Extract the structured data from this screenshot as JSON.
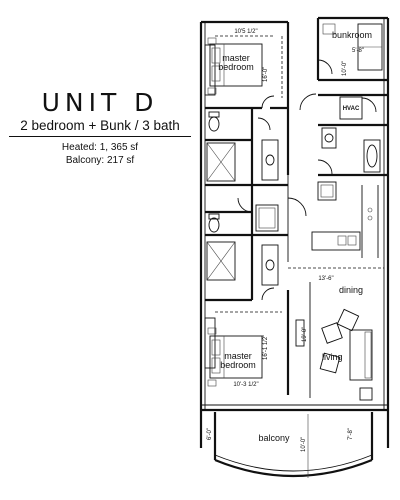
{
  "unit": {
    "title": "UNIT D",
    "subtitle": "2 bedroom + Bunk / 3 bath",
    "heated": "Heated: 1, 365 sf",
    "balcony": "Balcony: 217 sf"
  },
  "rooms": {
    "master_top_line1": "master",
    "master_top_line2": "bedroom",
    "bunkroom": "bunkroom",
    "hvac": "HVAC",
    "dining": "dining",
    "living": "living",
    "master_bottom_line1": "master",
    "master_bottom_line2": "bedroom",
    "balcony": "balcony"
  },
  "dimensions": {
    "master_top_width": "10'5 1/2\"",
    "master_top_depth": "16'-0\"",
    "bunk_width": "5'-8\"",
    "bunk_depth": "10'-0\"",
    "dining_width": "13'-6\"",
    "living_depth": "19'-0\"",
    "master_bottom_depth": "16'-1 1/2\"",
    "master_bottom_width": "10'-3 1/2\"",
    "balcony_left": "6'-0\"",
    "balcony_center": "10'-0\"",
    "balcony_right": "7'-8\""
  }
}
